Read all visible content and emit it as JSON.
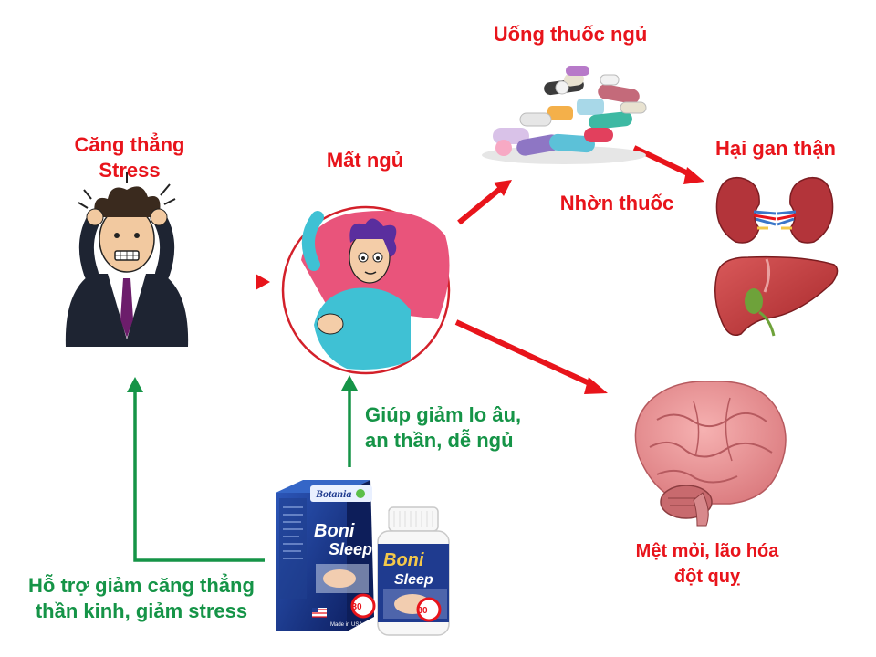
{
  "nodes": {
    "stress": {
      "line1": "Căng thẳng",
      "line2": "Stress"
    },
    "insomnia": {
      "label": "Mất ngủ"
    },
    "sleeping_pills": {
      "label": "Uống thuốc ngủ"
    },
    "drug_tolerance": {
      "label": "Nhờn thuốc"
    },
    "organ_damage": {
      "label": "Hại gan thận"
    },
    "fatigue": {
      "line1": "Mệt mỏi, lão hóa",
      "line2": "đột quỵ"
    }
  },
  "product": {
    "brand": "Boni",
    "name": "Sleep",
    "capsule_count": "30",
    "origin": "Made in USA",
    "benefit_sleep": {
      "line1": "Giúp giảm lo âu,",
      "line2": "an thần, dễ ngủ"
    },
    "benefit_stress": {
      "line1": "Hỗ trợ giảm căng thẳng",
      "line2": "thần kinh, giảm stress"
    }
  },
  "colors": {
    "red": "#e8141b",
    "green": "#159447",
    "box_blue": "#1f3b8f"
  },
  "icons": [
    "stressed-man-icon",
    "insomnia-icon",
    "pills-icon",
    "kidneys-icon",
    "liver-icon",
    "brain-icon",
    "product-box-icon",
    "product-bottle-icon"
  ]
}
